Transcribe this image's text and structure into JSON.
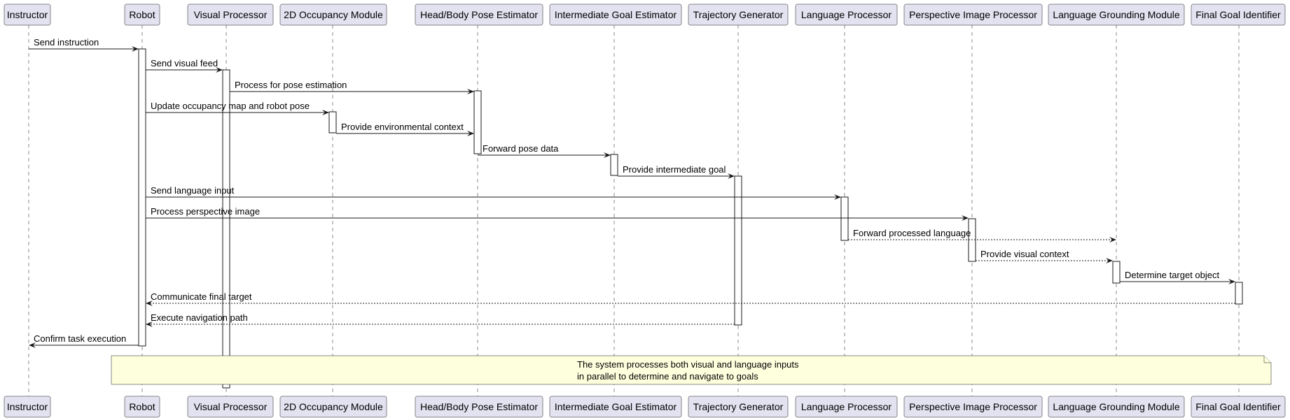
{
  "participants": [
    {
      "id": "instructor",
      "label": "Instructor"
    },
    {
      "id": "robot",
      "label": "Robot"
    },
    {
      "id": "visual",
      "label": "Visual Processor"
    },
    {
      "id": "occupancy",
      "label": "2D Occupancy Module"
    },
    {
      "id": "pose",
      "label": "Head/Body Pose Estimator"
    },
    {
      "id": "intermediate",
      "label": "Intermediate Goal Estimator"
    },
    {
      "id": "trajectory",
      "label": "Trajectory Generator"
    },
    {
      "id": "language",
      "label": "Language Processor"
    },
    {
      "id": "perspective",
      "label": "Perspective Image Processor"
    },
    {
      "id": "grounding",
      "label": "Language Grounding Module"
    },
    {
      "id": "final",
      "label": "Final Goal Identifier"
    }
  ],
  "messages": [
    {
      "from": "instructor",
      "to": "robot",
      "label": "Send instruction",
      "style": "solid"
    },
    {
      "from": "robot",
      "to": "visual",
      "label": "Send visual feed",
      "style": "solid"
    },
    {
      "from": "visual",
      "to": "pose",
      "label": "Process for pose estimation",
      "style": "solid"
    },
    {
      "from": "robot",
      "to": "occupancy",
      "label": "Update occupancy map and robot pose",
      "style": "solid"
    },
    {
      "from": "occupancy",
      "to": "pose",
      "label": "Provide environmental context",
      "style": "solid"
    },
    {
      "from": "pose",
      "to": "intermediate",
      "label": "Forward pose data",
      "style": "solid"
    },
    {
      "from": "intermediate",
      "to": "trajectory",
      "label": "Provide intermediate goal",
      "style": "solid"
    },
    {
      "from": "robot",
      "to": "language",
      "label": "Send language input",
      "style": "solid"
    },
    {
      "from": "robot",
      "to": "perspective",
      "label": "Process perspective image",
      "style": "solid"
    },
    {
      "from": "language",
      "to": "grounding",
      "label": "Forward processed language",
      "style": "dashed"
    },
    {
      "from": "perspective",
      "to": "grounding",
      "label": "Provide visual context",
      "style": "dashed"
    },
    {
      "from": "grounding",
      "to": "final",
      "label": "Determine target object",
      "style": "solid"
    },
    {
      "from": "final",
      "to": "robot",
      "label": "Communicate final target",
      "style": "dashed"
    },
    {
      "from": "trajectory",
      "to": "robot",
      "label": "Execute navigation path",
      "style": "dashed"
    },
    {
      "from": "robot",
      "to": "instructor",
      "label": "Confirm task execution",
      "style": "solid"
    }
  ],
  "note": {
    "lines": [
      "The system processes both visual and language inputs",
      "in parallel to determine and navigate to goals"
    ]
  },
  "colors": {
    "participant_fill": "#E2E2F0",
    "participant_border": "#181818",
    "lifeline": "#181818",
    "note_fill": "#FEFFDD",
    "note_border": "#181818",
    "arrow": "#181818"
  }
}
